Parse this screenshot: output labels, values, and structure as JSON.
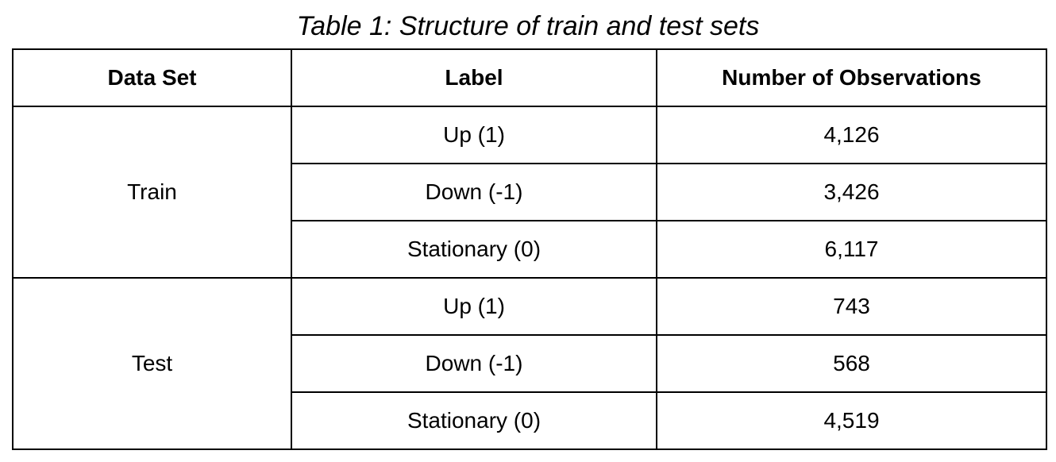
{
  "caption": "Table 1: Structure of train and test sets",
  "table": {
    "headers": [
      "Data Set",
      "Label",
      "Number of Observations"
    ],
    "groups": [
      {
        "data_set": "Train",
        "rows": [
          {
            "label": "Up (1)",
            "count": "4,126"
          },
          {
            "label": "Down (-1)",
            "count": "3,426"
          },
          {
            "label": "Stationary (0)",
            "count": "6,117"
          }
        ]
      },
      {
        "data_set": "Test",
        "rows": [
          {
            "label": "Up (1)",
            "count": "743"
          },
          {
            "label": "Down (-1)",
            "count": "568"
          },
          {
            "label": "Stationary (0)",
            "count": "4,519"
          }
        ]
      }
    ]
  },
  "colors": {
    "text": "#000000",
    "border": "#000000",
    "background": "#ffffff"
  }
}
